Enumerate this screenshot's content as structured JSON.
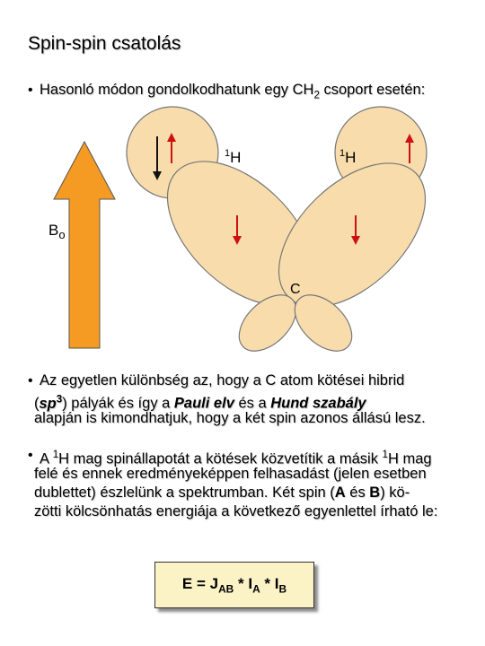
{
  "slide": {
    "title": "Spin-spin csatolás",
    "intro": {
      "bullet": "•",
      "pre": "Hasonló módon gondolkodhatunk egy CH",
      "sub": "2",
      "post": " csoport esetén:"
    },
    "diagram": {
      "field_label_main": "B",
      "field_label_sub": "o",
      "h_mass": "1",
      "h_symbol": "H",
      "carbon_label": "C",
      "colors": {
        "orbital_fill": "#f8dcac",
        "orbital_stroke": "#777777",
        "field_arrow": "#f59a22",
        "spin_arrow": "#cc1111"
      }
    },
    "para1": {
      "bullet": "•",
      "l1": "Az egyetlen különbség az, hogy a  C atom kötései  hibrid",
      "l2_a": "(",
      "l2_sp": "sp",
      "l2_sup": "3",
      "l2_b": ") pályák és így a ",
      "l2_pauli": "Pauli elv",
      "l2_c": " és a ",
      "l2_hund": "Hund szabály",
      "l3": "alapján is kimondhatjuk, hogy a két spin azonos állású lesz."
    },
    "para2": {
      "bullet": "•",
      "l1_a": "A ",
      "l1_sup": "1",
      "l1_b": "H mag spinállapotát a kötések közvetítik a másik ",
      "l1_sup2": "1",
      "l1_c": "H mag",
      "l2": "felé és ennek eredményeképpen felhasadást (jelen esetben",
      "l3_a": "dublettet) észlelünk a spektrumban.  Két spin  (",
      "l3_A": "A",
      "l3_b": " és ",
      "l3_B": "B",
      "l3_c": ") kö-",
      "l4": "zötti kölcsönhatás energiája a következő egyenlettel írható le:"
    },
    "equation": {
      "lhs": "E = J",
      "j_sub": "AB",
      "m1": " * I",
      "i1_sub": "A",
      "m2": " * I",
      "i2_sub": "B"
    }
  }
}
